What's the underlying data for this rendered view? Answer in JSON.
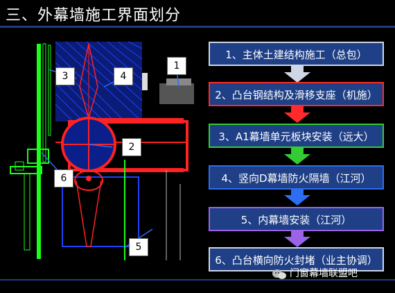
{
  "header": {
    "title": "三、外幕墙施工界面划分"
  },
  "callouts": [
    "1",
    "2",
    "3",
    "4",
    "5",
    "6"
  ],
  "steps": [
    "1、主体土建结构施工（总包）",
    "2、凸台钢结构及滑移支座（机施）",
    "3、A1幕墙单元板块安装（远大）",
    "4、竖向D幕墙防火隔墙（江河）",
    "5、内幕墙安装（江河）",
    "6、凸台横向防火封堵（业主协调）"
  ],
  "watermark": "门窗幕墙联盟吧",
  "colors": {
    "background": "#000000",
    "step_fill": "#1f3f86",
    "accent_blue": "#2d6df2",
    "accent_red": "#ff2a2a",
    "accent_green": "#33cc33"
  }
}
